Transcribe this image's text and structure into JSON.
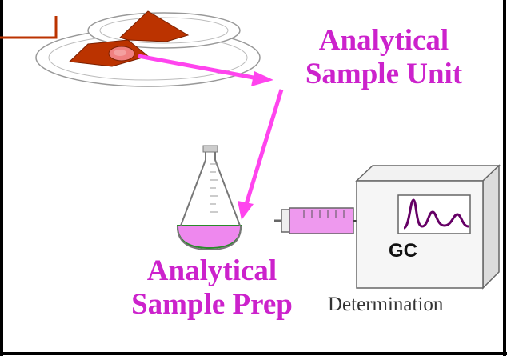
{
  "labels": {
    "analytical_sample_unit": [
      "Analytical",
      "Sample Unit"
    ],
    "analytical_sample_prep": [
      "Analytical",
      "Sample Prep"
    ],
    "gc": "GC",
    "determination": "Determination"
  },
  "colors": {
    "accent": "#cc22cc",
    "arrow": "#ff44ee",
    "sample": "#bb3300",
    "sample_center": "#f08080",
    "flask_liquid": "#ee88ee",
    "syringe_fill": "#ee99ee",
    "chromatogram": "#660066"
  },
  "icons": [
    "plate-icon",
    "sample-slice-icon",
    "flask-icon",
    "syringe-icon",
    "gc-instrument-icon",
    "chromatogram-icon"
  ]
}
